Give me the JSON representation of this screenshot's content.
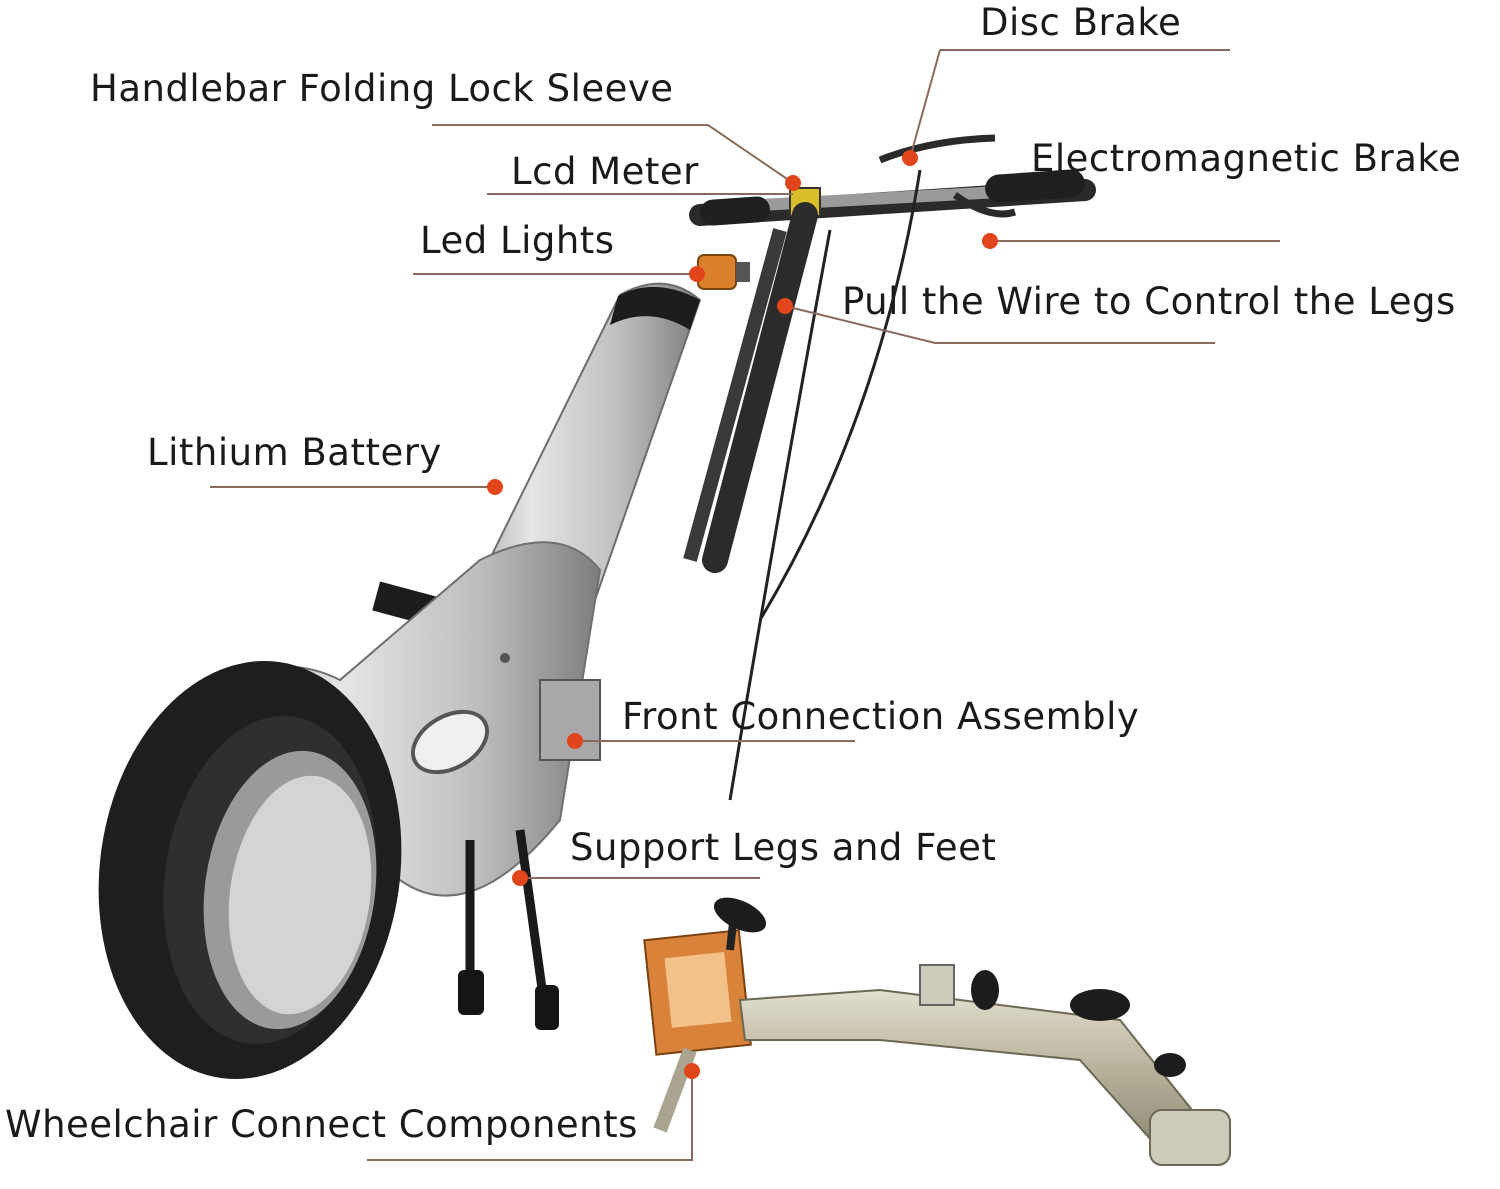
{
  "labels": {
    "disc_brake": "Disc Brake",
    "handlebar_lock": "Handlebar Folding Lock Sleeve",
    "lcd_meter": "Lcd Meter",
    "electromagnetic_brake": "Electromagnetic Brake",
    "led_lights": "Led Lights",
    "pull_wire": "Pull the Wire to Control the Legs",
    "lithium_battery": "Lithium Battery",
    "front_connection": "Front Connection Assembly",
    "support_legs": "Support Legs and Feet",
    "wheelchair_connect": "Wheelchair Connect Components"
  },
  "colors": {
    "leader_line": "#8a6a5a",
    "marker_dot": "#e0451b",
    "body_silver": "#c9c9c9",
    "tire": "#1e1e1e",
    "mount_metal": "#b7b29a"
  }
}
